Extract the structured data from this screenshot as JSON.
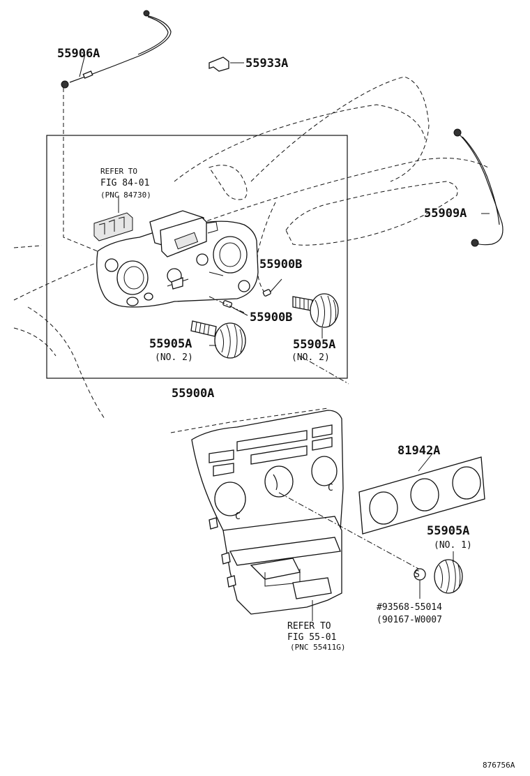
{
  "labels": {
    "p55906a": "55906A",
    "p55933a": "55933A",
    "refer_a_line1": "REFER TO",
    "refer_a_line2": "FIG 84-01",
    "refer_a_line3": "(PNC 84730)",
    "p55909a": "55909A",
    "p55900b_upper": "55900B",
    "p55900b_lower": "55900B",
    "p55905a_left": "55905A",
    "no2_left": "(NO. 2)",
    "p55905a_right": "55905A",
    "no2_right": "(NO. 2)",
    "p55900a": "55900A",
    "p81942a": "81942A",
    "p55905a_no1": "55905A",
    "no1": "(NO. 1)",
    "bolt_part": "#93568-55014",
    "bolt_alt": "(90167-W0007",
    "refer_b_line1": "REFER TO",
    "refer_b_line2": "FIG 55-01",
    "refer_b_line3": "(PNC 55411G)",
    "s_mark": "S",
    "c_mark": "C",
    "drawing_id": "876756A"
  }
}
